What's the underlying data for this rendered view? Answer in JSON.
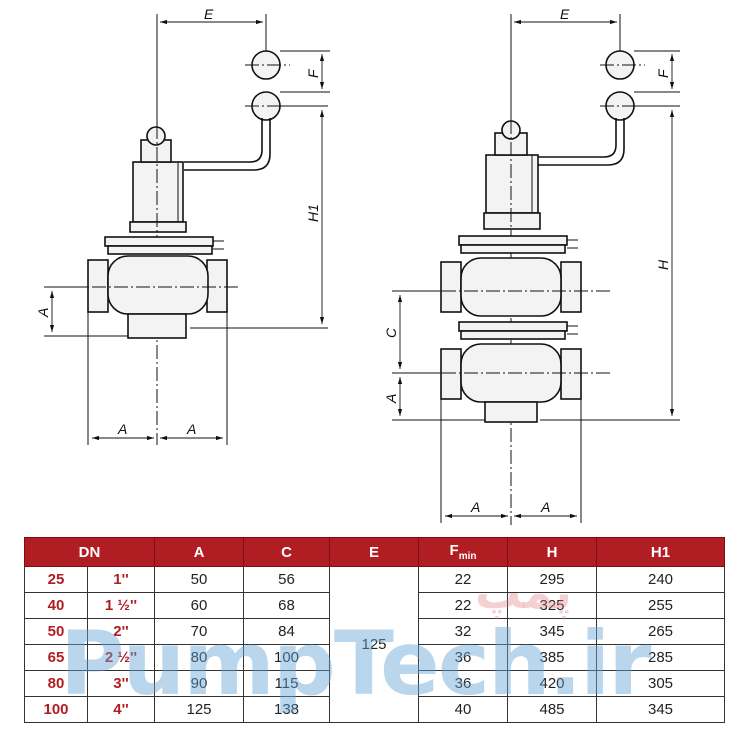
{
  "drawing": {
    "left_view": {
      "dims": {
        "E": "E",
        "F": "F",
        "H1": "H1",
        "A_vertical": "A",
        "A_left": "A",
        "A_right": "A"
      }
    },
    "right_view": {
      "dims": {
        "E": "E",
        "F": "F",
        "H": "H",
        "C": "C",
        "A_vertical": "A",
        "A_left": "A",
        "A_right": "A"
      }
    }
  },
  "table": {
    "headers": {
      "dn": "DN",
      "a": "A",
      "c": "C",
      "e": "E",
      "f_main": "F",
      "f_sub": "min",
      "h": "H",
      "h1": "H1"
    },
    "e_value": "125",
    "rows": [
      {
        "dn": "25",
        "inch": "1''",
        "a": "50",
        "c": "56",
        "f": "22",
        "h": "295",
        "h1": "240"
      },
      {
        "dn": "40",
        "inch": "1 ½''",
        "a": "60",
        "c": "68",
        "f": "22",
        "h": "325",
        "h1": "255"
      },
      {
        "dn": "50",
        "inch": "2''",
        "a": "70",
        "c": "84",
        "f": "32",
        "h": "345",
        "h1": "265"
      },
      {
        "dn": "65",
        "inch": "2 ½''",
        "a": "80",
        "c": "100",
        "f": "36",
        "h": "385",
        "h1": "285"
      },
      {
        "dn": "80",
        "inch": "3''",
        "a": "90",
        "c": "115",
        "f": "36",
        "h": "420",
        "h1": "305"
      },
      {
        "dn": "100",
        "inch": "4''",
        "a": "125",
        "c": "138",
        "f": "40",
        "h": "485",
        "h1": "345"
      }
    ]
  },
  "watermark": {
    "main": "PumpTech.ir",
    "fa": "پمپ"
  }
}
